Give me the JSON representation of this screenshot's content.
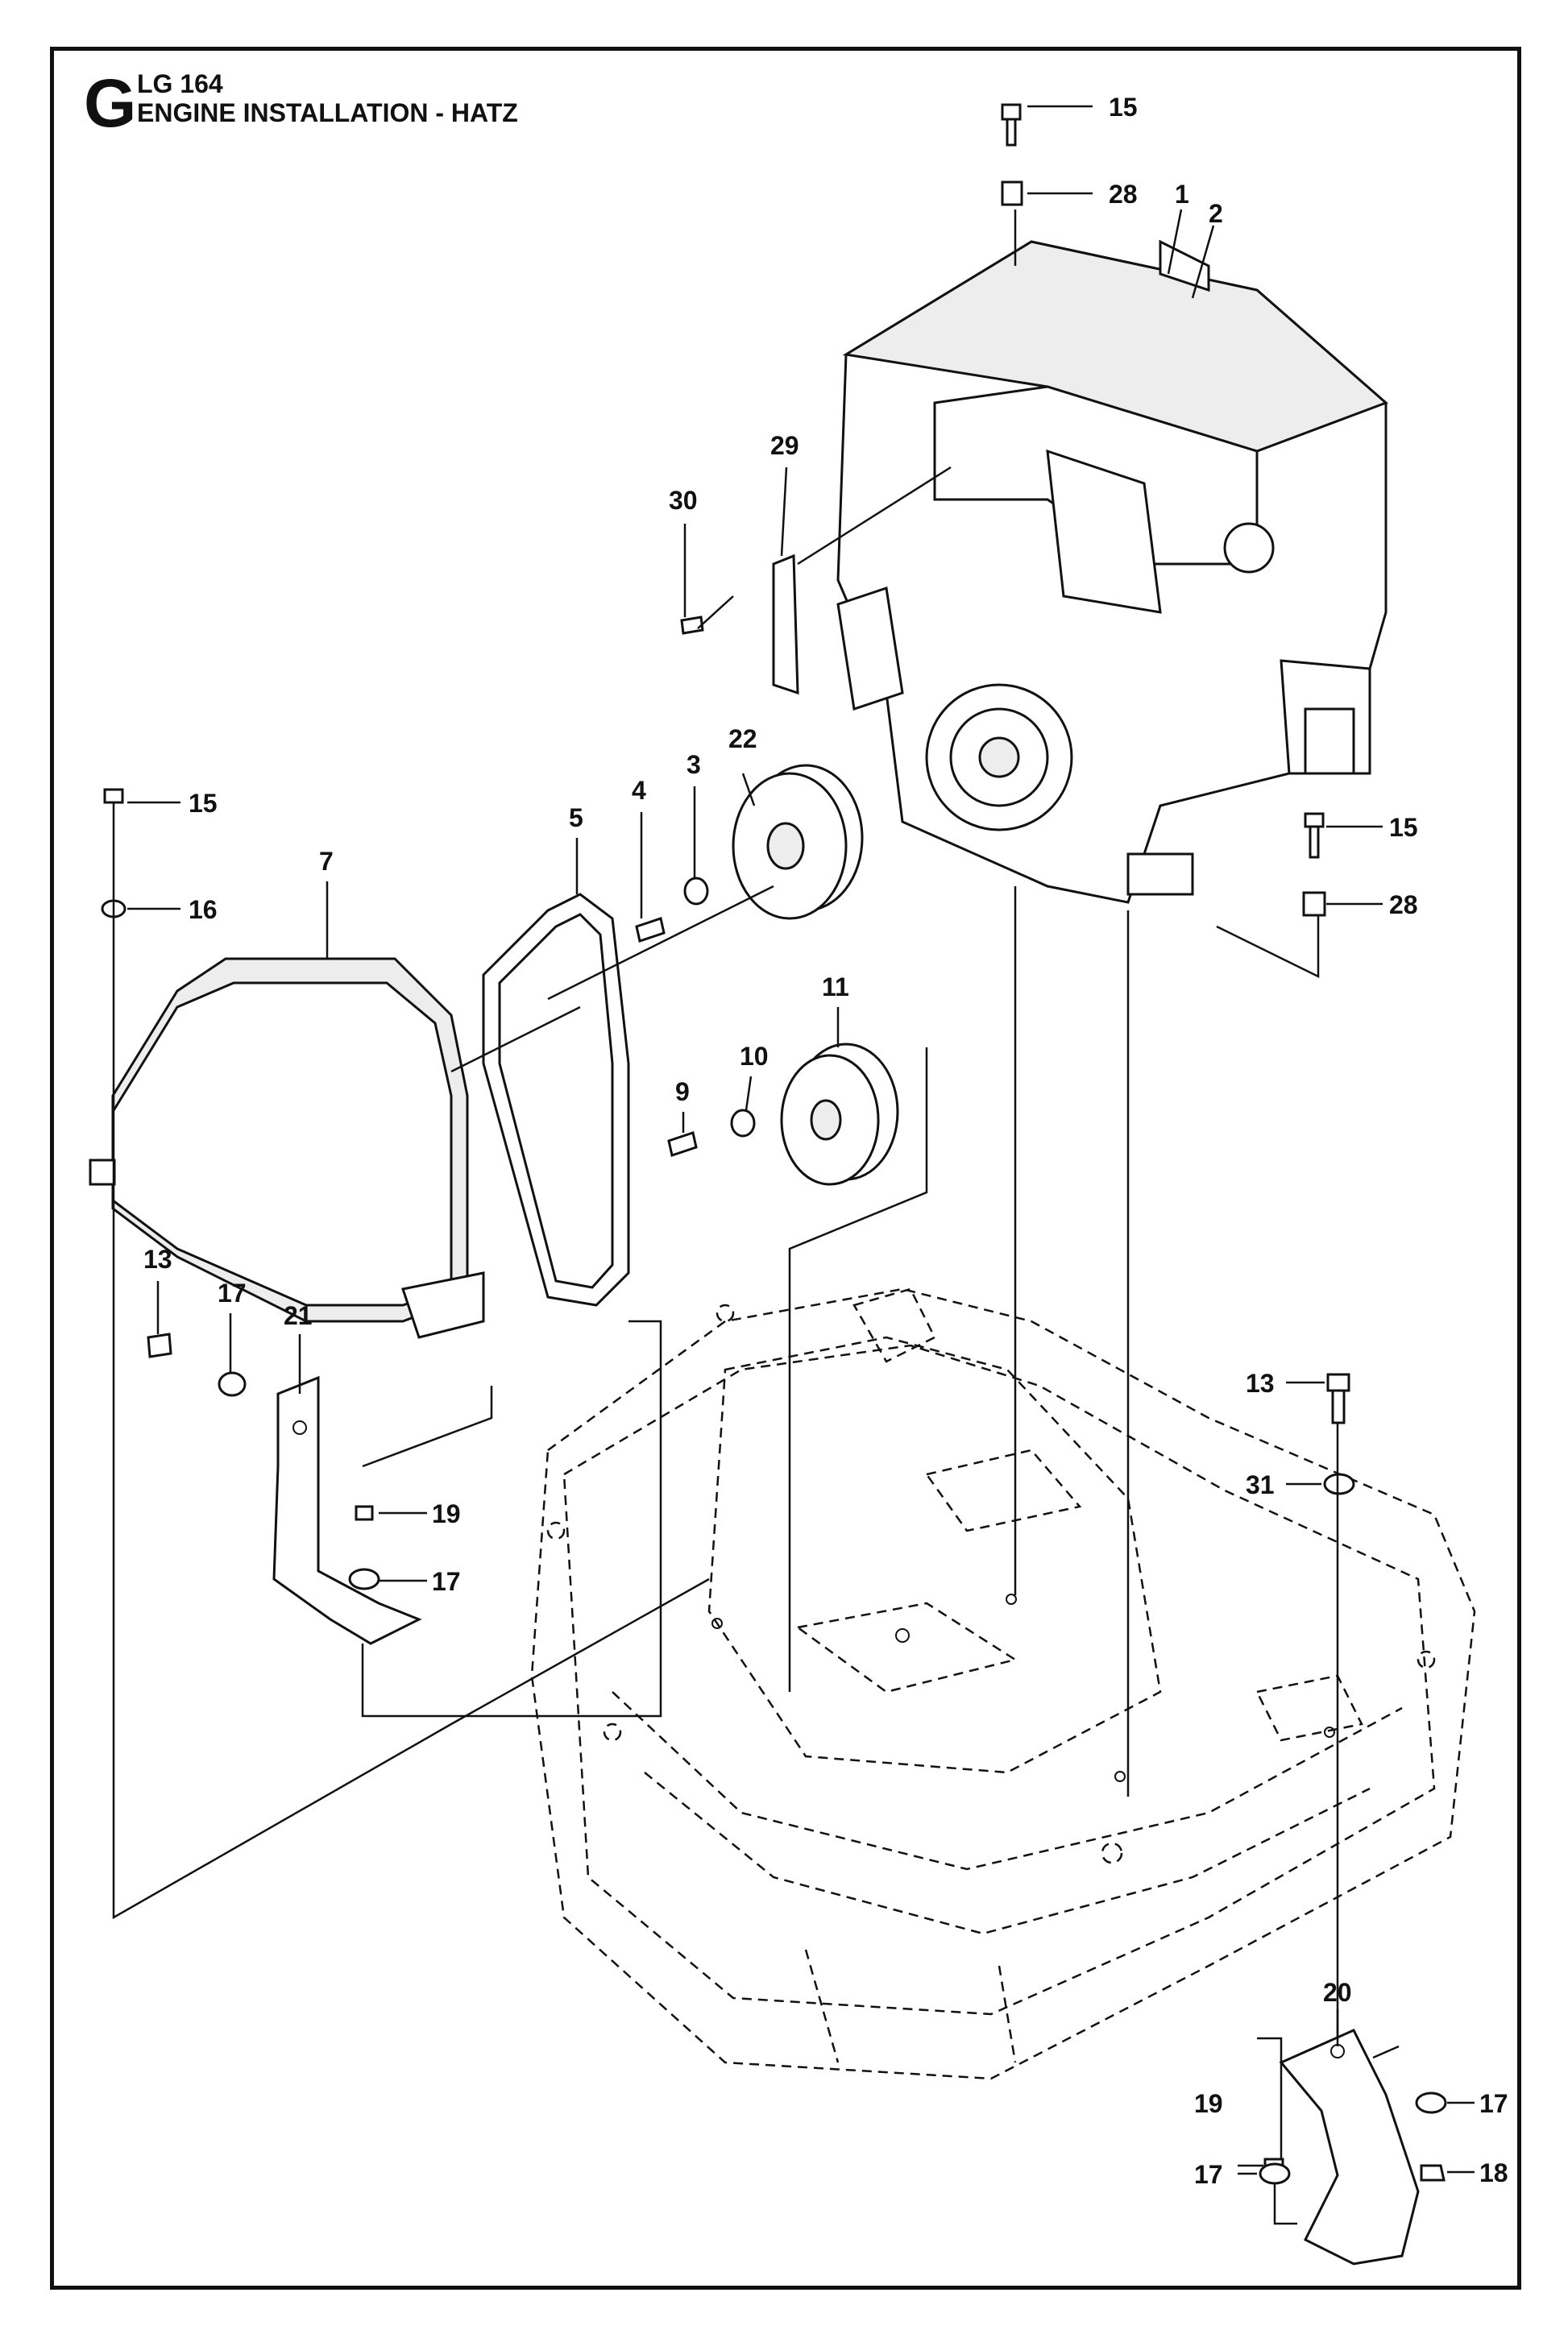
{
  "header": {
    "section_letter": "G",
    "model": "LG 164",
    "title": "ENGINE INSTALLATION - HATZ"
  },
  "callouts": {
    "c15_top": "15",
    "c28_top": "28",
    "c1": "1",
    "c2": "2",
    "c29": "29",
    "c30": "30",
    "c22": "22",
    "c3": "3",
    "c4": "4",
    "c5": "5",
    "c7": "7",
    "c15_left": "15",
    "c16": "16",
    "c15_right": "15",
    "c28_right": "28",
    "c11": "11",
    "c10": "10",
    "c9": "9",
    "c13_left": "13",
    "c17_left": "17",
    "c21": "21",
    "c19_left": "19",
    "c17_mid": "17",
    "c13_right": "13",
    "c31": "31",
    "c20": "20",
    "c19_right": "19",
    "c17_right": "17",
    "c17_bottom": "17",
    "c18": "18"
  }
}
